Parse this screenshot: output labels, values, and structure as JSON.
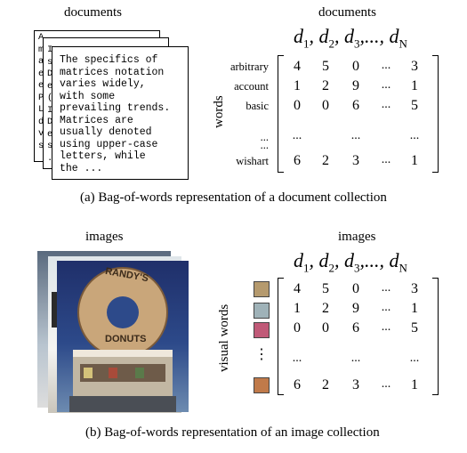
{
  "part_a": {
    "stack_title": "documents",
    "matrix_title": "documents",
    "header_terms": [
      "d",
      "1",
      ", d",
      "2",
      ", d",
      "3",
      ",..., d",
      "N"
    ],
    "back_doc_letters": [
      "A",
      "m",
      "a",
      "e",
      "e",
      "P",
      "L",
      "d",
      "v",
      "s"
    ],
    "mid_doc_letters": [
      "I",
      "s",
      "D",
      "e",
      "(",
      "I",
      "D",
      "e",
      "s",
      "."
    ],
    "front_doc_text": [
      "The specifics of",
      "matrices notation",
      "varies widely,",
      "with some",
      "prevailing trends.",
      "Matrices are",
      "usually denoted",
      "using upper-case",
      "letters, while",
      "the ..."
    ],
    "axis_label": "words",
    "rows": [
      {
        "label": "arbitrary",
        "values": [
          "4",
          "5",
          "0",
          "...",
          "3"
        ]
      },
      {
        "label": "account",
        "values": [
          "1",
          "2",
          "9",
          "...",
          "1"
        ]
      },
      {
        "label": "basic",
        "values": [
          "0",
          "0",
          "6",
          "...",
          "5"
        ]
      },
      {
        "label": "...",
        "values": [
          "...",
          "",
          "...",
          "",
          "..."
        ]
      },
      {
        "label": "...",
        "values": [
          "",
          "",
          "",
          "",
          ""
        ]
      },
      {
        "label": "wishart",
        "values": [
          "6",
          "2",
          "3",
          "...",
          "1"
        ]
      }
    ],
    "caption": "(a) Bag-of-words representation of a document collection"
  },
  "part_b": {
    "stack_title": "images",
    "matrix_title": "images",
    "axis_label": "visual words",
    "photo_texts": [
      "RANDY'S",
      "DONUTS"
    ],
    "swatch_colors": [
      "#b59a6e",
      "#9fb2b8",
      "#c05a78",
      "#c07a4a"
    ],
    "rows": [
      {
        "values": [
          "4",
          "5",
          "0",
          "...",
          "3"
        ]
      },
      {
        "values": [
          "1",
          "2",
          "9",
          "...",
          "1"
        ]
      },
      {
        "values": [
          "0",
          "0",
          "6",
          "...",
          "5"
        ]
      },
      {
        "values": [
          "...",
          "",
          "...",
          "",
          "..."
        ]
      },
      {
        "values": [
          "6",
          "2",
          "3",
          "...",
          "1"
        ]
      }
    ],
    "vertical_ellipsis": "⋮",
    "caption": "(b) Bag-of-words representation of an image collection"
  }
}
